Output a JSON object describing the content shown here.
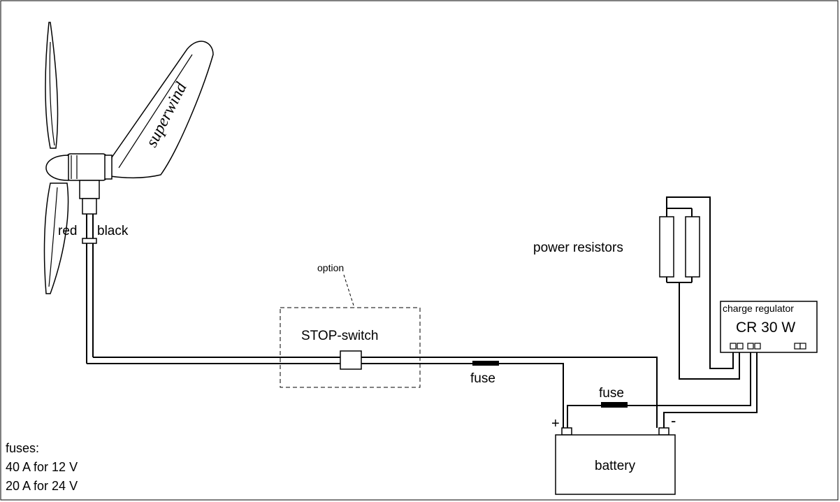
{
  "turbine": {
    "brand": "superwind",
    "wire_red": "red",
    "wire_black": "black"
  },
  "stop_switch": {
    "option_label": "option",
    "label": "STOP-switch"
  },
  "fuse_main": {
    "label": "fuse"
  },
  "fuse_battery": {
    "label": "fuse"
  },
  "power_resistors": {
    "label": "power resistors"
  },
  "charge_regulator": {
    "title": "charge regulator",
    "model": "CR 30 W"
  },
  "battery": {
    "label": "battery",
    "plus": "+",
    "minus": "-"
  },
  "fuse_notes": {
    "heading": "fuses:",
    "line1": "40 A for 12 V",
    "line2": "20 A for 24 V"
  }
}
